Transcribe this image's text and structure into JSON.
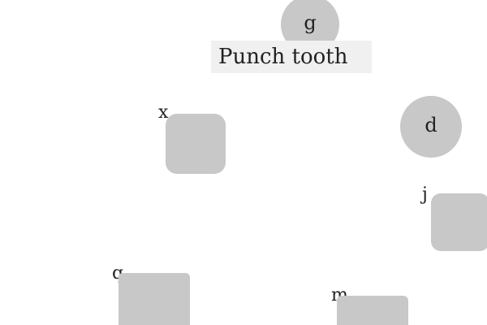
{
  "colors": {
    "background": "#ffffff",
    "shape_fill": "#c8c8c8",
    "banner_fill": "#f0f0f0",
    "text": "#222222"
  },
  "banner": {
    "text": "Punch tooth"
  },
  "circles": {
    "g": "g",
    "d": "d"
  },
  "squares": {
    "x": "x",
    "j": "j",
    "q": "q",
    "m": "m"
  }
}
